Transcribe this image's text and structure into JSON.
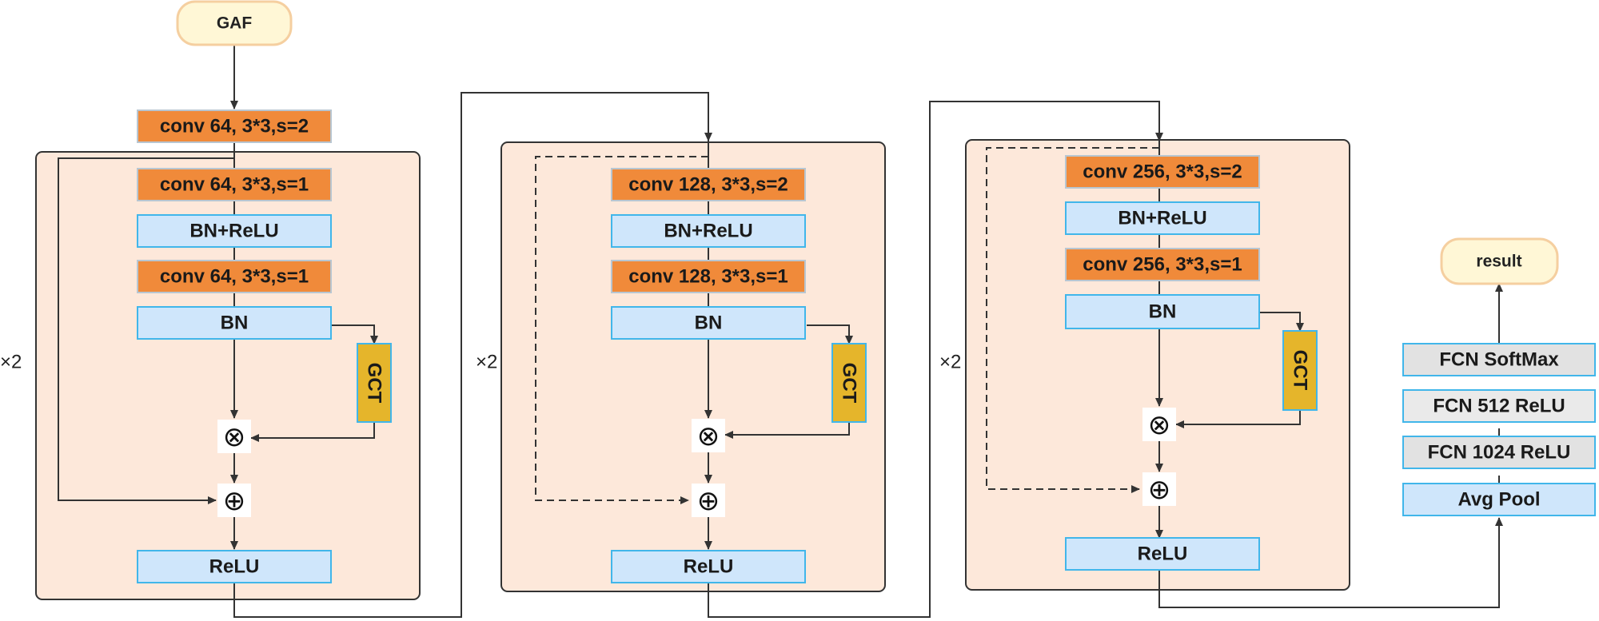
{
  "input_label": "GAF",
  "output_label": "result",
  "stem": {
    "conv": "conv 64, 3*3,s=2"
  },
  "stages": [
    {
      "repeat": "×2",
      "conv1": "conv 64, 3*3,s=1",
      "act1": "BN+ReLU",
      "conv2": "conv 64, 3*3,s=1",
      "bn": "BN",
      "gct": "GCT",
      "mul": "⊗",
      "add": "⊕",
      "relu": "ReLU"
    },
    {
      "repeat": "×2",
      "conv1": "conv 128, 3*3,s=2",
      "act1": "BN+ReLU",
      "conv2": "conv 128, 3*3,s=1",
      "bn": "BN",
      "gct": "GCT",
      "mul": "⊗",
      "add": "⊕",
      "relu": "ReLU"
    },
    {
      "repeat": "×2",
      "conv1": "conv 256, 3*3,s=2",
      "act1": "BN+ReLU",
      "conv2": "conv 256, 3*3,s=1",
      "bn": "BN",
      "gct": "GCT",
      "mul": "⊗",
      "add": "⊕",
      "relu": "ReLU"
    }
  ],
  "head": {
    "pool": "Avg Pool",
    "fc1": "FCN 1024 ReLU",
    "fc2": "FCN 512 ReLU",
    "fc3": "FCN SoftMax"
  },
  "colors": {
    "conv_fill": "#f08a3a",
    "bn_fill": "#cfe6fb",
    "bn_border": "#41b6ea",
    "gct_fill": "#e5b52b",
    "panel_fill": "#fde8da",
    "terminal_fill": "#fff7d6",
    "terminal_border": "#f5cfa0",
    "fc_fill": "#e2e2e2",
    "line": "#333333"
  }
}
